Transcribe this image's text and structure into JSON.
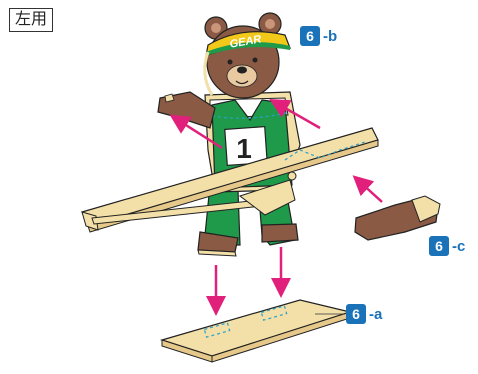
{
  "corner_label": "左用",
  "steps": {
    "b": {
      "number": "6",
      "suffix": "-b"
    },
    "c": {
      "number": "6",
      "suffix": "-c"
    },
    "a": {
      "number": "6",
      "suffix": "-a"
    }
  },
  "visor_text": "GEAR",
  "bib_number": "1",
  "colors": {
    "label_blue": "#1a72b8",
    "arrow_magenta": "#e0207a",
    "bear_brown": "#8a5a44",
    "shirt_green": "#1f9a4a",
    "wood": "#f3dfa8",
    "visor_yellow": "#f2c81a",
    "outline": "#222222"
  },
  "icons": [
    "arrow-icon",
    "dotted-fold-guide"
  ]
}
